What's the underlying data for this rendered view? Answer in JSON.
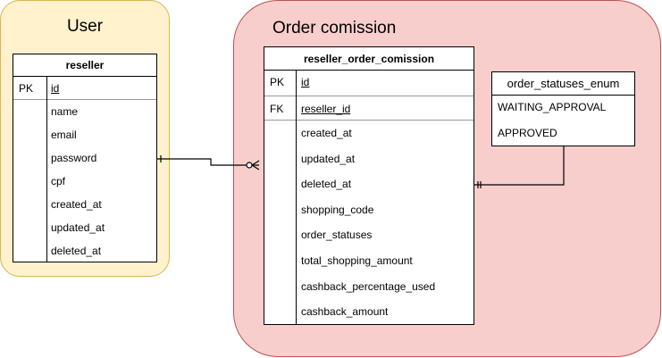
{
  "groups": {
    "user": {
      "title": "User"
    },
    "order": {
      "title": "Order comission"
    }
  },
  "reseller": {
    "name": "reseller",
    "pk": {
      "key": "PK",
      "field": "id"
    },
    "fields": [
      "name",
      "email",
      "password",
      "cpf",
      "created_at",
      "updated_at",
      "deleted_at"
    ]
  },
  "commission": {
    "name": "reseller_order_comission",
    "pk": {
      "key": "PK",
      "field": "id"
    },
    "fk": {
      "key": "FK",
      "field": "reseller_id"
    },
    "fields": [
      "created_at",
      "updated_at",
      "deleted_at",
      "shopping_code",
      "order_statuses",
      "total_shopping_amount",
      "cashback_percentage_used",
      "cashback_amount"
    ]
  },
  "enum": {
    "name": "order_statuses_enum",
    "values": [
      "WAITING_APPROVAL",
      "APPROVED"
    ]
  },
  "colors": {
    "user_fill": "#fff2cc",
    "user_stroke": "#d6b656",
    "order_fill": "#f8cecc",
    "order_stroke": "#b85450"
  }
}
